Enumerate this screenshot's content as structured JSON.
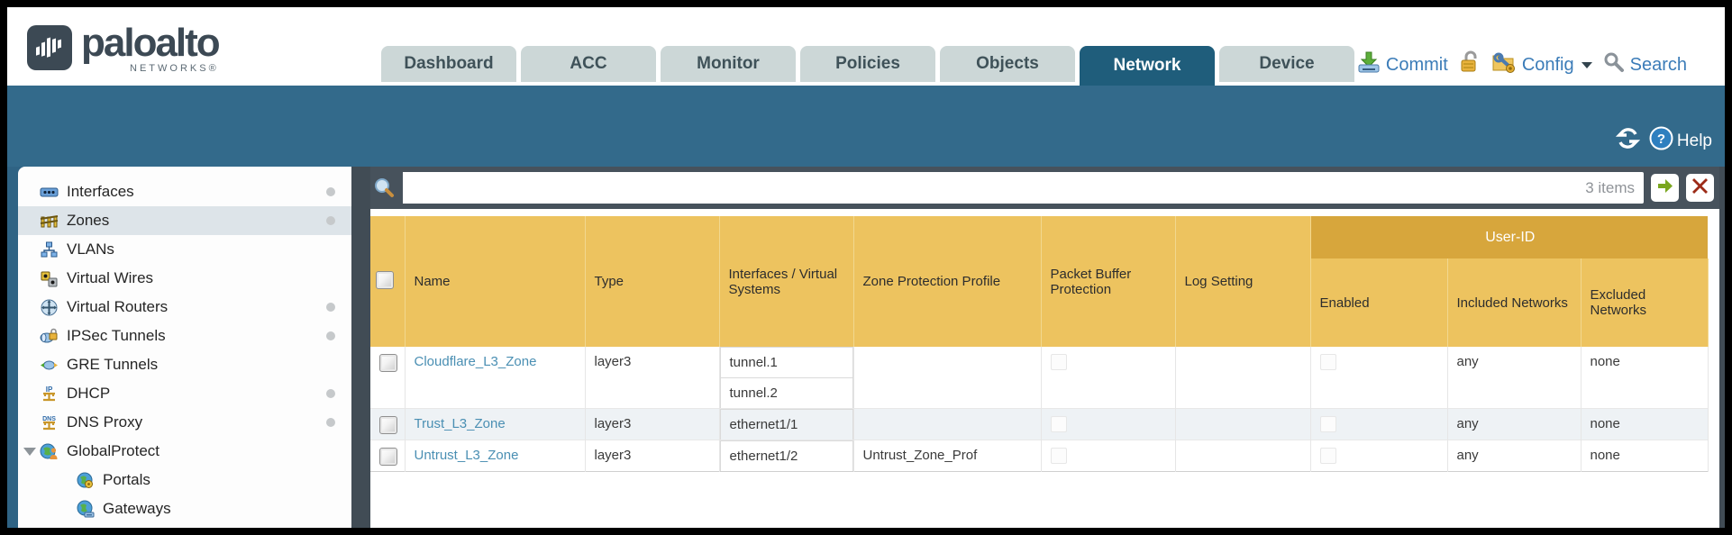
{
  "header": {
    "logo": {
      "brand": "paloalto",
      "sub": "NETWORKS®"
    },
    "tabs": [
      {
        "label": "Dashboard",
        "active": false
      },
      {
        "label": "ACC",
        "active": false
      },
      {
        "label": "Monitor",
        "active": false
      },
      {
        "label": "Policies",
        "active": false
      },
      {
        "label": "Objects",
        "active": false
      },
      {
        "label": "Network",
        "active": true
      },
      {
        "label": "Device",
        "active": false
      }
    ],
    "actions": {
      "commit": "Commit",
      "config": "Config",
      "search": "Search"
    }
  },
  "band": {
    "help": "Help"
  },
  "sidebar": {
    "items": [
      {
        "label": "Interfaces",
        "icon": "interfaces-icon",
        "dot": true
      },
      {
        "label": "Zones",
        "icon": "zones-icon",
        "dot": true,
        "selected": true
      },
      {
        "label": "VLANs",
        "icon": "vlans-icon",
        "dot": false
      },
      {
        "label": "Virtual Wires",
        "icon": "virtual-wires-icon",
        "dot": false
      },
      {
        "label": "Virtual Routers",
        "icon": "virtual-routers-icon",
        "dot": true
      },
      {
        "label": "IPSec Tunnels",
        "icon": "ipsec-tunnels-icon",
        "dot": true
      },
      {
        "label": "GRE Tunnels",
        "icon": "gre-tunnels-icon",
        "dot": false
      },
      {
        "label": "DHCP",
        "icon": "dhcp-icon",
        "dot": true
      },
      {
        "label": "DNS Proxy",
        "icon": "dns-proxy-icon",
        "dot": true
      },
      {
        "label": "GlobalProtect",
        "icon": "globalprotect-icon",
        "dot": false,
        "expander": true
      },
      {
        "label": "Portals",
        "icon": "portals-icon",
        "dot": false,
        "child": true
      },
      {
        "label": "Gateways",
        "icon": "gateways-icon",
        "dot": false,
        "child": true
      }
    ]
  },
  "toolbar": {
    "items_count": "3 items",
    "search_value": "",
    "search_placeholder": ""
  },
  "table": {
    "group_header": "User-ID",
    "columns": [
      "Name",
      "Type",
      "Interfaces / Virtual Systems",
      "Zone Protection Profile",
      "Packet Buffer Protection",
      "Log Setting",
      "Enabled",
      "Included Networks",
      "Excluded Networks"
    ],
    "rows": [
      {
        "name": "Cloudflare_L3_Zone",
        "type": "layer3",
        "interfaces": [
          "tunnel.1",
          "tunnel.2"
        ],
        "zone_protection_profile": "",
        "log_setting": "",
        "included_networks": "any",
        "excluded_networks": "none"
      },
      {
        "name": "Trust_L3_Zone",
        "type": "layer3",
        "interfaces": [
          "ethernet1/1"
        ],
        "zone_protection_profile": "",
        "log_setting": "",
        "included_networks": "any",
        "excluded_networks": "none"
      },
      {
        "name": "Untrust_L3_Zone",
        "type": "layer3",
        "interfaces": [
          "ethernet1/2"
        ],
        "zone_protection_profile": "Untrust_Zone_Prof",
        "log_setting": "",
        "included_networks": "any",
        "excluded_networks": "none"
      }
    ]
  },
  "colors": {
    "teal_band": "#336a8b",
    "active_tab": "#1f5d7b",
    "header_gold": "#edc35f",
    "userid_gold": "#d7a63c",
    "link_blue": "#4a8fb3",
    "searchbar_slate": "#47525c",
    "action_blue": "#3b7cb8"
  }
}
